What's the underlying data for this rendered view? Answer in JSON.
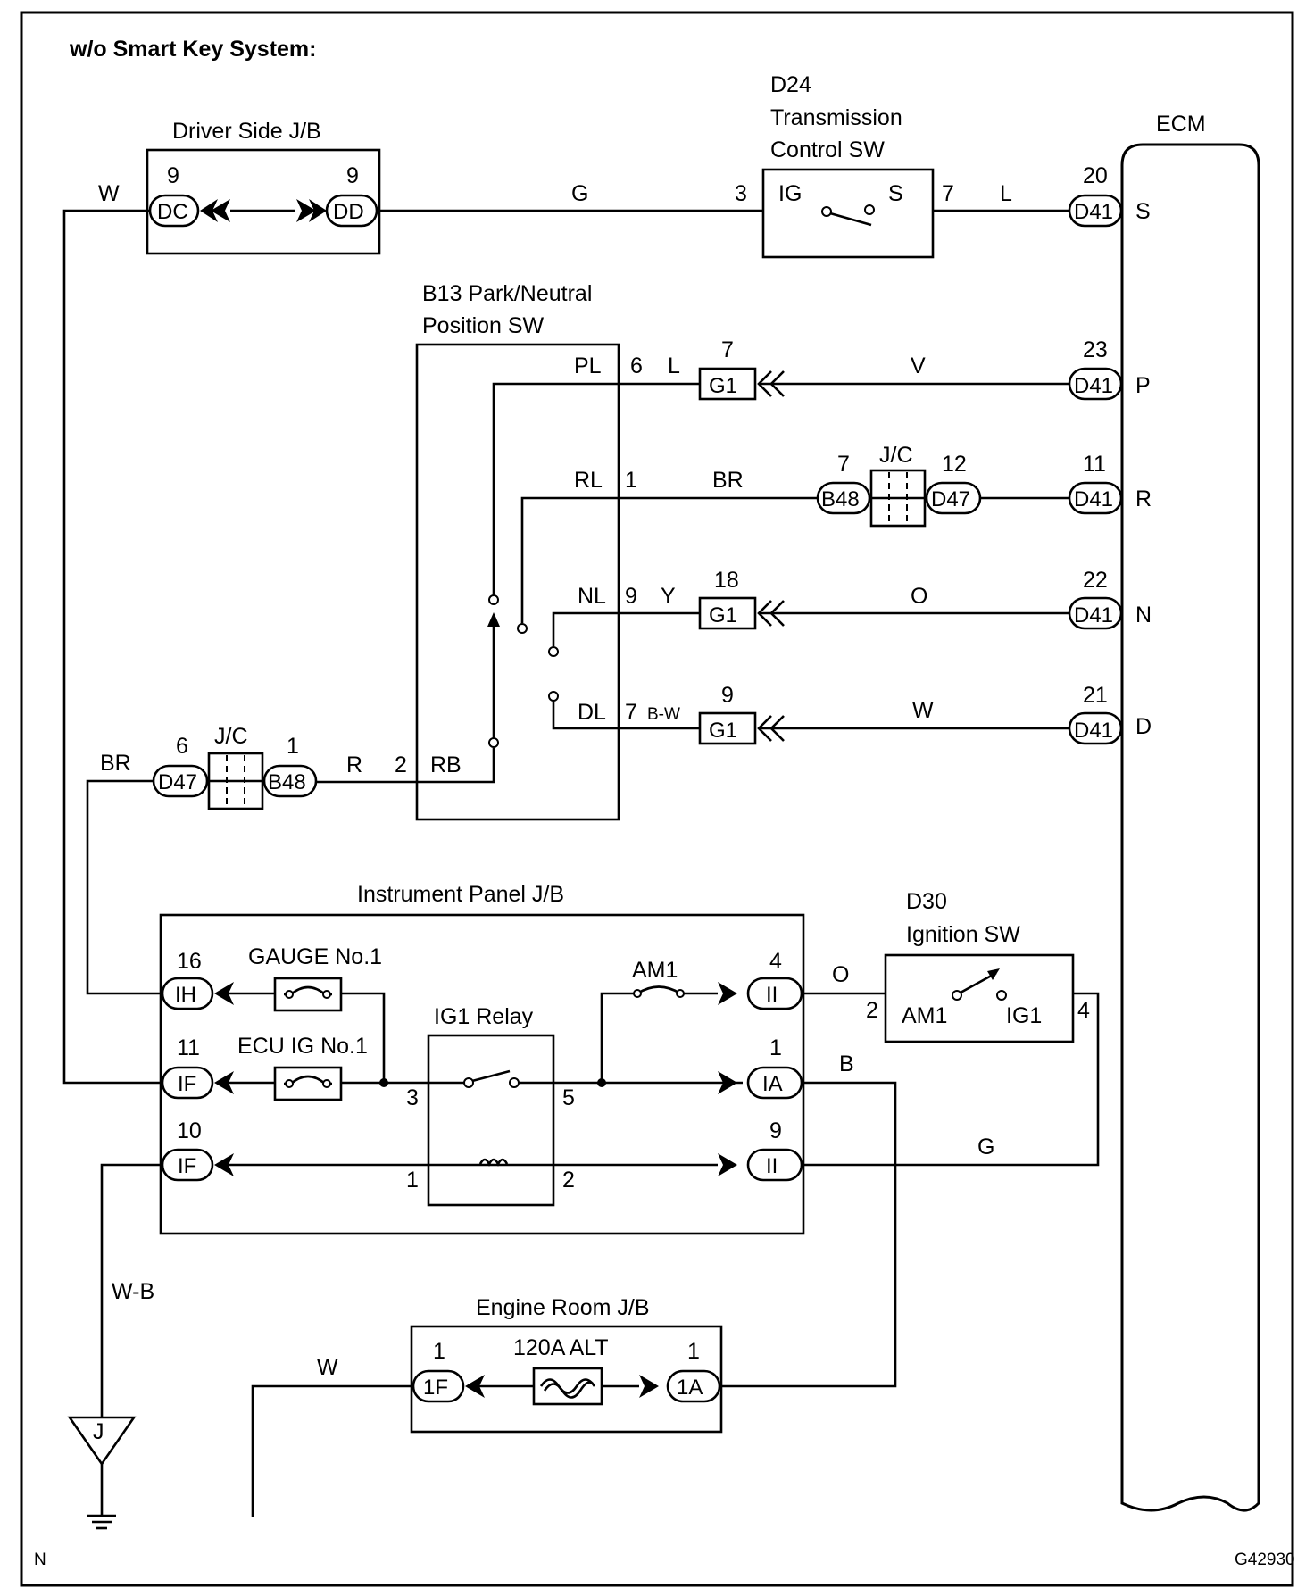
{
  "page": {
    "title": "w/o Smart Key System:",
    "corner_left": "N",
    "corner_right": "G42930"
  },
  "components": {
    "driver_jb": {
      "name": "Driver Side J/B",
      "left_connector": "DC",
      "left_pin": "9",
      "right_connector": "DD",
      "right_pin": "9"
    },
    "d24": {
      "code": "D24",
      "name_line1": "Transmission",
      "name_line2": "Control SW",
      "term_left": "IG",
      "term_right": "S",
      "pin_left": "3",
      "pin_right": "7"
    },
    "ecm": {
      "name": "ECM"
    },
    "b13": {
      "name_line1": "B13 Park/Neutral",
      "name_line2": "Position SW",
      "term_pl": "PL",
      "term_rl": "RL",
      "term_nl": "NL",
      "term_dl": "DL",
      "term_rb": "RB",
      "pin_pl": "6",
      "pin_rl": "1",
      "pin_nl": "9",
      "pin_dl": "7",
      "pin_rb": "2"
    },
    "jc_upper": {
      "name": "J/C",
      "left_connector": "B48",
      "left_pin": "7",
      "right_connector": "D47",
      "right_pin": "12"
    },
    "jc_lower": {
      "name": "J/C",
      "left_connector": "D47",
      "left_pin": "6",
      "right_connector": "B48",
      "right_pin": "1"
    },
    "ip_jb": {
      "name": "Instrument Panel J/B",
      "gauge_fuse": "GAUGE No.1",
      "ecu_fuse": "ECU IG No.1",
      "am1_fuse": "AM1",
      "relay": "IG1 Relay",
      "relay_pin3": "3",
      "relay_pin5": "5",
      "relay_pin1": "1",
      "relay_pin2": "2",
      "conn_ih": "IH",
      "pin_ih": "16",
      "conn_if_top": "IF",
      "pin_if_top": "11",
      "conn_if_bot": "IF",
      "pin_if_bot": "10",
      "conn_ii_top": "II",
      "pin_ii_top": "4",
      "conn_ia": "IA",
      "pin_ia": "1",
      "conn_ii_bot": "II",
      "pin_ii_bot": "9"
    },
    "d30": {
      "code": "D30",
      "name": "Ignition SW",
      "term_left": "AM1",
      "term_right": "IG1",
      "pin_left": "2",
      "pin_right": "4"
    },
    "engine_jb": {
      "name": "Engine Room J/B",
      "fuse": "120A ALT",
      "left_connector": "1F",
      "left_pin": "1",
      "right_connector": "1A",
      "right_pin": "1"
    },
    "ground": {
      "label": "J"
    }
  },
  "ecm_pins": [
    {
      "connector": "D41",
      "pin": "20",
      "signal": "S"
    },
    {
      "connector": "D41",
      "pin": "23",
      "signal": "P"
    },
    {
      "connector": "D41",
      "pin": "11",
      "signal": "R"
    },
    {
      "connector": "D41",
      "pin": "22",
      "signal": "N"
    },
    {
      "connector": "D41",
      "pin": "21",
      "signal": "D"
    }
  ],
  "g1_connectors": [
    {
      "connector": "G1",
      "pin": "7"
    },
    {
      "connector": "G1",
      "pin": "18"
    },
    {
      "connector": "G1",
      "pin": "9"
    }
  ],
  "wires": {
    "w_top": "W",
    "g_top": "G",
    "l_top": "L",
    "l_pl": "L",
    "v": "V",
    "br_rl": "BR",
    "y": "Y",
    "o_n": "O",
    "bw": "B-W",
    "w_d": "W",
    "br_left": "BR",
    "r": "R",
    "o_ign": "O",
    "b": "B",
    "g_ign": "G",
    "wb": "W-B",
    "w_bottom": "W"
  }
}
